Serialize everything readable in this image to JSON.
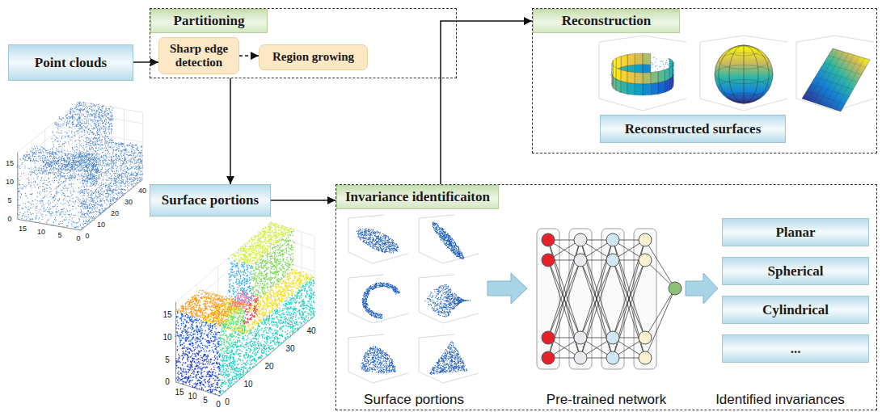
{
  "diagram": {
    "nodes": [
      {
        "text": [
          "Point clouds"
        ]
      },
      {
        "text": [
          "Partitioning"
        ]
      },
      {
        "text": [
          "Sharp edge detection"
        ],
        "in": 1
      },
      {
        "text": [
          "Region growing"
        ],
        "in": 1
      },
      {
        "text": [
          "Reconstruction"
        ]
      },
      {
        "text": [
          "Reconstructed surfaces"
        ],
        "in": 4
      },
      {
        "text": [
          "Surface portions"
        ]
      },
      {
        "text": [
          "Invariance identificaiton"
        ]
      },
      {
        "text": [
          "Planar"
        ],
        "in": 7
      },
      {
        "text": [
          "Spherical"
        ],
        "in": 7
      },
      {
        "text": [
          "Cylindrical"
        ],
        "in": 7
      },
      {
        "text": [
          "..."
        ],
        "in": 7
      }
    ],
    "edges": [
      {
        "from": 0,
        "to": 2,
        "arrow": "to"
      },
      {
        "from": 2,
        "to": 3,
        "arrow": "to"
      },
      {
        "from": 1,
        "to": 6,
        "arrow": "to"
      },
      {
        "from": 6,
        "to": 7,
        "arrow": "to"
      },
      {
        "from": 7,
        "to": 4,
        "arrow": "to"
      }
    ],
    "labels": [
      "15",
      "10",
      "5",
      "0",
      "15",
      "10",
      "5",
      "0",
      "0",
      "10",
      "20",
      "30",
      "40",
      "15",
      "10",
      "5",
      "0",
      "15",
      "10",
      "5",
      "0",
      "0",
      "10",
      "20",
      "30",
      "40",
      "Surface portions",
      "Pre-trained network",
      "Identified invariances"
    ]
  }
}
